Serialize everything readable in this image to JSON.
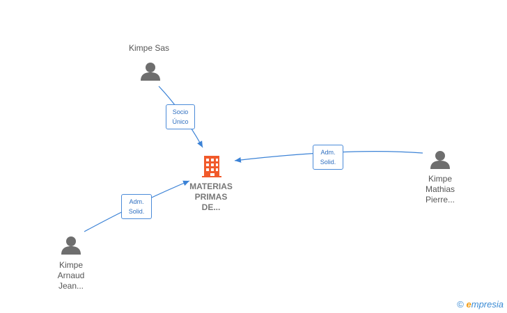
{
  "nodes": {
    "top_person": {
      "label": "Kimpe Sas"
    },
    "right_person": {
      "label_lines": [
        "Kimpe",
        "Mathias",
        "Pierre..."
      ]
    },
    "bottom_person": {
      "label_lines": [
        "Kimpe",
        "Arnaud",
        "Jean..."
      ]
    },
    "company": {
      "label_lines": [
        "MATERIAS",
        "PRIMAS",
        "DE..."
      ]
    }
  },
  "edges": {
    "top": {
      "badge_lines": [
        "Socio",
        "Único"
      ]
    },
    "right": {
      "badge_lines": [
        "Adm.",
        "Solid."
      ]
    },
    "bottom": {
      "badge_lines": [
        "Adm.",
        "Solid."
      ]
    }
  },
  "watermark": {
    "copyright": "©",
    "brand_first": "e",
    "brand_rest": "mpresia"
  },
  "colors": {
    "person": "#6e6e6e",
    "company": "#f15a2b",
    "edge": "#3b82d6"
  }
}
